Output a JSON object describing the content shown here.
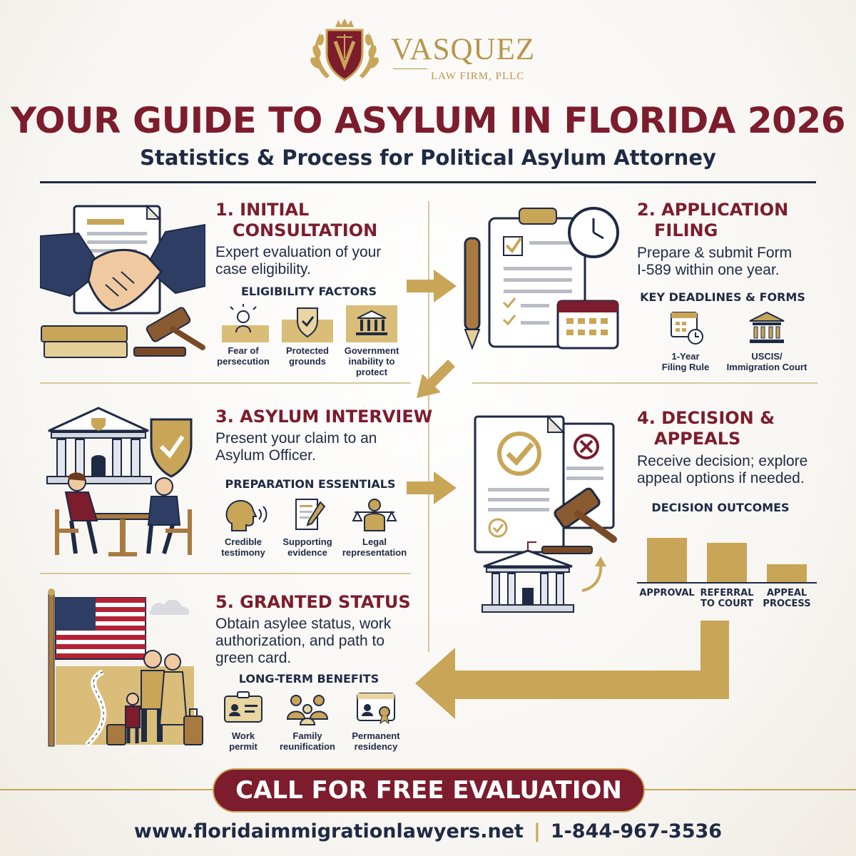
{
  "header": {
    "firm_name": "VASQUEZ",
    "firm_sub": "LAW FIRM, PLLC",
    "title": "YOUR GUIDE TO ASYLUM IN FLORIDA 2026",
    "subtitle": "Statistics & Process for Political Asylum Attorney"
  },
  "steps": [
    {
      "title_line1": "1. INITIAL",
      "title_line2": "CONSULTATION",
      "desc_line1": "Expert evaluation of your",
      "desc_line2": "case eligibility.",
      "sub_head": "ELIGIBILITY FACTORS",
      "features": [
        {
          "l1": "Fear of",
          "l2": "persecution",
          "l3": "",
          "icon": "fear-icon"
        },
        {
          "l1": "Protected",
          "l2": "grounds",
          "l3": "",
          "icon": "shield-check-icon"
        },
        {
          "l1": "Government",
          "l2": "inability to",
          "l3": "protect",
          "icon": "government-building-icon"
        }
      ]
    },
    {
      "title_line1": "2. APPLICATION",
      "title_line2": "FILING",
      "desc_line1": "Prepare & submit Form",
      "desc_line2": "I-589 within one year.",
      "sub_head": "KEY DEADLINES & FORMS",
      "features": [
        {
          "l1": "1-Year",
          "l2": "Filing Rule",
          "icon": "calendar-clock-icon"
        },
        {
          "l1": "USCIS/",
          "l2": "Immigration Court",
          "icon": "courthouse-icon"
        }
      ]
    },
    {
      "title_line1": "3. ASYLUM INTERVIEW",
      "desc_line1": "Present your claim to an",
      "desc_line2": "Asylum Officer.",
      "sub_head": "PREPARATION ESSENTIALS",
      "features": [
        {
          "l1": "Credible",
          "l2": "testimony",
          "icon": "speaking-head-icon"
        },
        {
          "l1": "Supporting",
          "l2": "evidence",
          "icon": "document-pen-icon"
        },
        {
          "l1": "Legal",
          "l2": "representation",
          "icon": "lawyer-scales-icon"
        }
      ]
    },
    {
      "title_line1": "4. DECISION &",
      "title_line2": "APPEALS",
      "desc_line1": "Receive decision; explore",
      "desc_line2": "appeal options if needed.",
      "sub_head": "DECISION OUTCOMES"
    },
    {
      "title_line1": "5. GRANTED STATUS",
      "desc_line1": "Obtain asylee status, work",
      "desc_line2": "authorization, and path to",
      "desc_line3": "green card.",
      "sub_head": "LONG-TERM BENEFITS",
      "features": [
        {
          "l1": "Work",
          "l2": "permit",
          "icon": "id-card-icon"
        },
        {
          "l1": "Family",
          "l2": "reunification",
          "icon": "family-icon"
        },
        {
          "l1": "Permanent",
          "l2": "residency",
          "icon": "residency-card-icon"
        }
      ]
    }
  ],
  "chart_data": {
    "type": "bar",
    "title": "DECISION OUTCOMES",
    "categories": [
      "APPROVAL",
      "REFERRAL TO COURT",
      "APPEAL PROCESS"
    ],
    "category_lines": [
      [
        "APPROVAL"
      ],
      [
        "REFERRAL",
        "TO COURT"
      ],
      [
        "APPEAL",
        "PROCESS"
      ]
    ],
    "values": [
      0.67,
      0.6,
      0.27
    ],
    "ylim": [
      0,
      1
    ],
    "grid": false,
    "color": "#c9a558"
  },
  "footer": {
    "cta": "CALL FOR FREE EVALUATION",
    "website": "www.floridaimmigrationlawyers.net",
    "separator": "|",
    "phone": "1-844-967-3536"
  },
  "colors": {
    "maroon": "#7c1c2c",
    "gold": "#c9a558",
    "navy": "#1f2a44"
  }
}
